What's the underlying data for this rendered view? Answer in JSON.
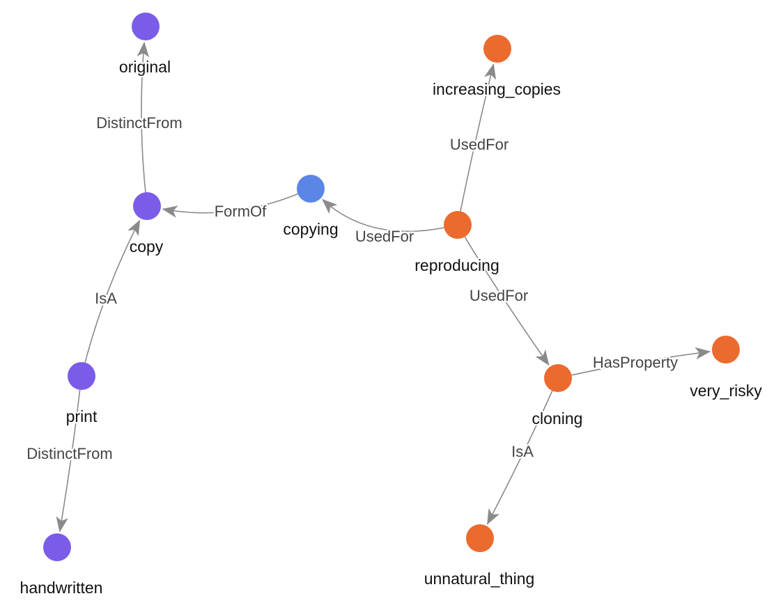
{
  "graph": {
    "colors": {
      "purple_cluster": "#7b5ce8",
      "blue_node": "#5b86e5",
      "orange_cluster": "#eb6a2e",
      "edge": "#8a8a8a"
    },
    "nodes": [
      {
        "id": "original",
        "label": "original",
        "color": "#7b5ce8"
      },
      {
        "id": "copy",
        "label": "copy",
        "color": "#7b5ce8"
      },
      {
        "id": "print",
        "label": "print",
        "color": "#7b5ce8"
      },
      {
        "id": "handwritten",
        "label": "handwritten",
        "color": "#7b5ce8"
      },
      {
        "id": "copying",
        "label": "copying",
        "color": "#5b86e5"
      },
      {
        "id": "reproducing",
        "label": "reproducing",
        "color": "#eb6a2e"
      },
      {
        "id": "increasing_copies",
        "label": "increasing_copies",
        "color": "#eb6a2e"
      },
      {
        "id": "cloning",
        "label": "cloning",
        "color": "#eb6a2e"
      },
      {
        "id": "very_risky",
        "label": "very_risky",
        "color": "#eb6a2e"
      },
      {
        "id": "unnatural_thing",
        "label": "unnatural_thing",
        "color": "#eb6a2e"
      }
    ],
    "edges": [
      {
        "source": "copy",
        "target": "original",
        "label": "DistinctFrom"
      },
      {
        "source": "copying",
        "target": "copy",
        "label": "FormOf"
      },
      {
        "source": "print",
        "target": "copy",
        "label": "IsA"
      },
      {
        "source": "print",
        "target": "handwritten",
        "label": "DistinctFrom"
      },
      {
        "source": "reproducing",
        "target": "copying",
        "label": "UsedFor"
      },
      {
        "source": "reproducing",
        "target": "increasing_copies",
        "label": "UsedFor"
      },
      {
        "source": "reproducing",
        "target": "cloning",
        "label": "UsedFor"
      },
      {
        "source": "cloning",
        "target": "very_risky",
        "label": "HasProperty"
      },
      {
        "source": "cloning",
        "target": "unnatural_thing",
        "label": "IsA"
      }
    ]
  }
}
